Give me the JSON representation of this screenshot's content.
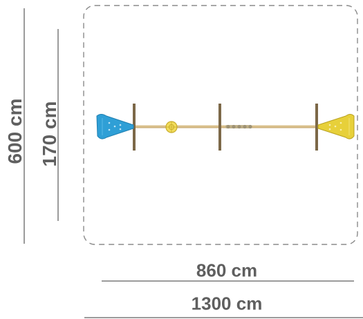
{
  "dimensions": {
    "height_total": "600 cm",
    "height_play": "170 cm",
    "width_play": "860 cm",
    "width_total": "1300 cm"
  },
  "colors": {
    "line": "#7a7a7a",
    "dashed_border": "#8a8a8a",
    "text": "#5f5f5f",
    "post": "#7c6848",
    "beam": "#d9c08c",
    "net_blue": "#2f9fd6",
    "net_yellow": "#e7d03a"
  }
}
